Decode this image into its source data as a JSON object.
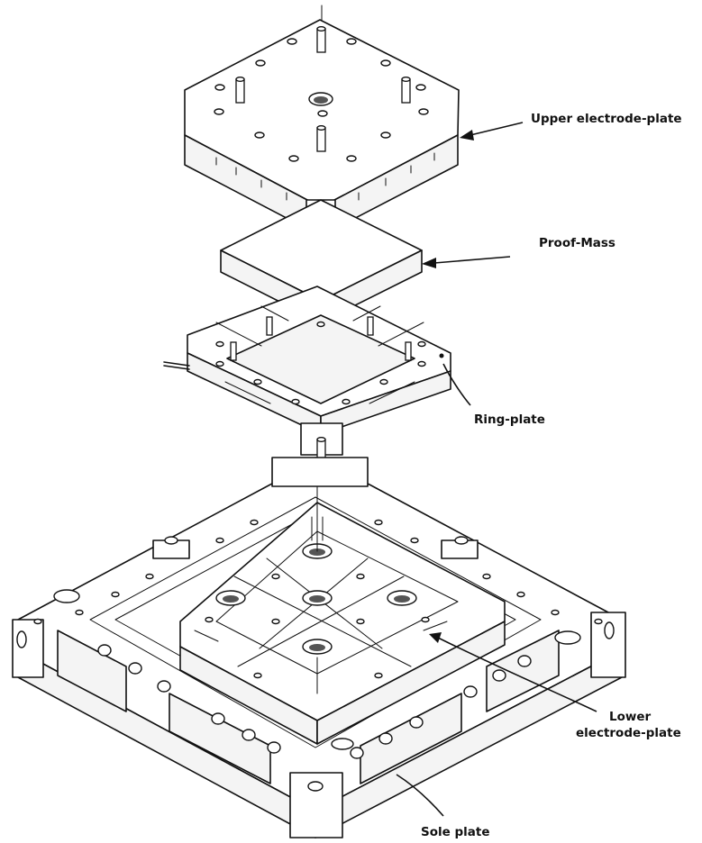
{
  "labels": {
    "upper_electrode_plate": "Upper electrode-plate",
    "proof_mass": "Proof-Mass",
    "ring_plate": "Ring-plate",
    "lower_electrode_plate_line1": "Lower",
    "lower_electrode_plate_line2": "electrode-plate",
    "sole_plate": "Sole plate"
  },
  "colors": {
    "ink": "#111111",
    "paper": "#ffffff"
  }
}
